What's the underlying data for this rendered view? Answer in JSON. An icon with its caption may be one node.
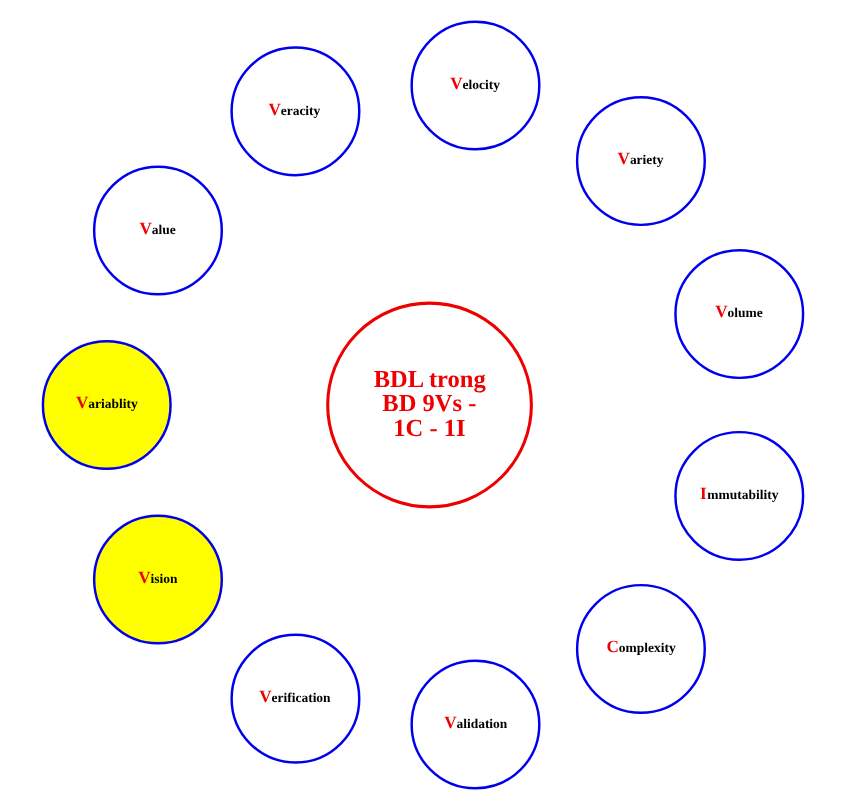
{
  "diagram": {
    "nodes": [
      {
        "text": [
          "BDL trong BD 9Vs - 1C - 1I"
        ]
      },
      {
        "text": [
          "Volume"
        ]
      },
      {
        "text": [
          "Variety"
        ]
      },
      {
        "text": [
          "Velocity"
        ]
      },
      {
        "text": [
          "Veracity"
        ]
      },
      {
        "text": [
          "Value"
        ]
      },
      {
        "text": [
          "Variablity"
        ]
      },
      {
        "text": [
          "Vision"
        ]
      },
      {
        "text": [
          "Verification"
        ]
      },
      {
        "text": [
          "Validation"
        ]
      },
      {
        "text": [
          "Complexity"
        ]
      },
      {
        "text": [
          "Immutability"
        ]
      }
    ]
  }
}
